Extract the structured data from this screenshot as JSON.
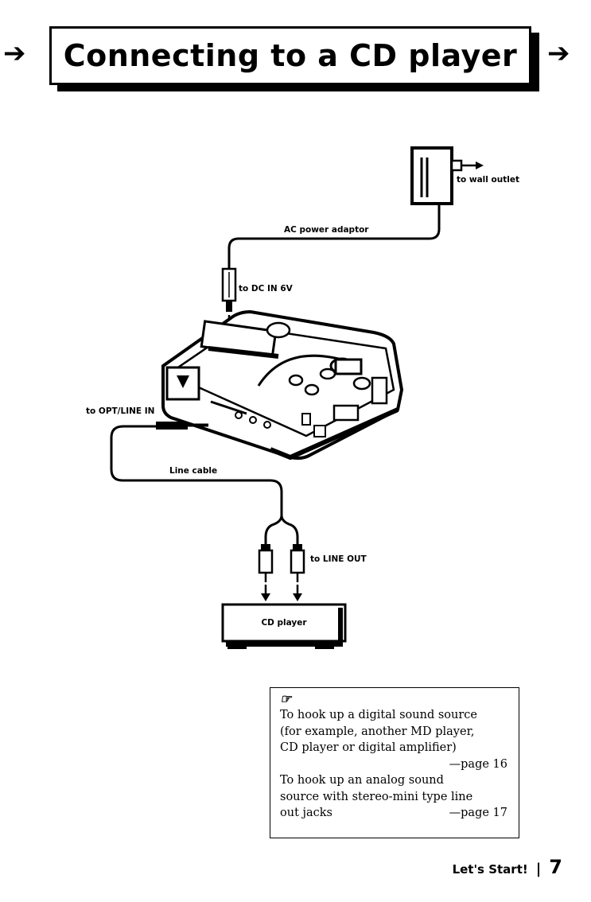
{
  "header": {
    "title": "Connecting to a CD player",
    "arrow_left": "➔",
    "arrow_right": "➔"
  },
  "diagram": {
    "wall_outlet": "to wall outlet",
    "ac_adaptor": "AC power adaptor",
    "dc_in": "to DC IN 6V",
    "opt_line_in": "to OPT/LINE IN",
    "line_cable": "Line cable",
    "line_out": "to LINE OUT",
    "cd_player": "CD player"
  },
  "note": {
    "icon": "☞",
    "line1": "To hook up a digital sound source",
    "line2": "(for example, another MD player,",
    "line3": "CD player or digital amplifier)",
    "page1": "—page 16",
    "line4": "To hook up an analog sound",
    "line5": "source with stereo-mini type line",
    "line6": "out jacks",
    "page2": "—page 17"
  },
  "footer": {
    "section": "Let's Start!",
    "separator": "|",
    "page": "7"
  }
}
